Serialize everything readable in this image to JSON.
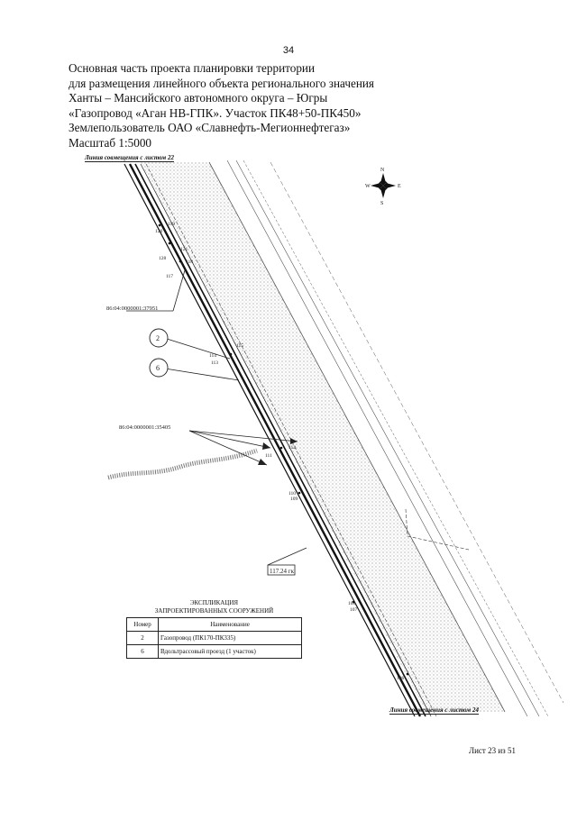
{
  "page_number": "34",
  "title_lines": [
    "Основная часть проекта планировки территории",
    "для размещения линейного объекта регионального значения",
    "Ханты – Мансийского автономного округа – Югры",
    "«Газопровод «Аган НВ-ГПК». Участок ПК48+50-ПК450»",
    "Землепользователь ОАО «Славнефть-Мегионнефтегаз»",
    "Масштаб 1:5000"
  ],
  "map": {
    "match_line_top": "Линия совмещения с листом 22",
    "match_line_bottom": "Линия совмещения с листом 24",
    "compass": {
      "n": "N",
      "s": "S",
      "e": "E",
      "w": "W"
    },
    "cadastral_labels": [
      "86:04:0000001:37951",
      "86:04:0000001:35405"
    ],
    "callouts": [
      "2",
      "6"
    ],
    "point_labels": [
      "119",
      "120",
      "121",
      "128",
      "118",
      "117",
      "115",
      "113",
      "114",
      "112",
      "111",
      "109",
      "110",
      "107",
      "108",
      "106"
    ],
    "picket_label": "117.24 гк"
  },
  "explication": {
    "title_line1": "ЭКСПЛИКАЦИЯ",
    "title_line2": "ЗАПРОЕКТИРОВАННЫХ СООРУЖЕНИЙ",
    "headers": [
      "Номер",
      "Наименование"
    ],
    "rows": [
      {
        "num": "2",
        "name": "Газопровод (ПК170-ПК335)"
      },
      {
        "num": "6",
        "name": "Вдольтрассовый проезд (1 участок)"
      }
    ]
  },
  "sheet_label": "Лист 23 из 51"
}
